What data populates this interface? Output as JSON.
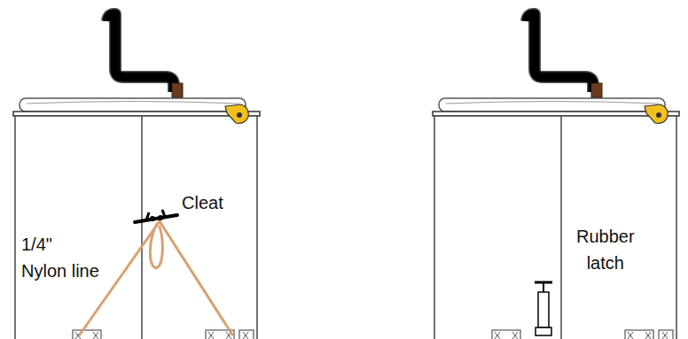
{
  "diagram": {
    "labels": [
      "Cleat",
      "1/4\" Nylon line",
      "Rubber latch"
    ]
  }
}
